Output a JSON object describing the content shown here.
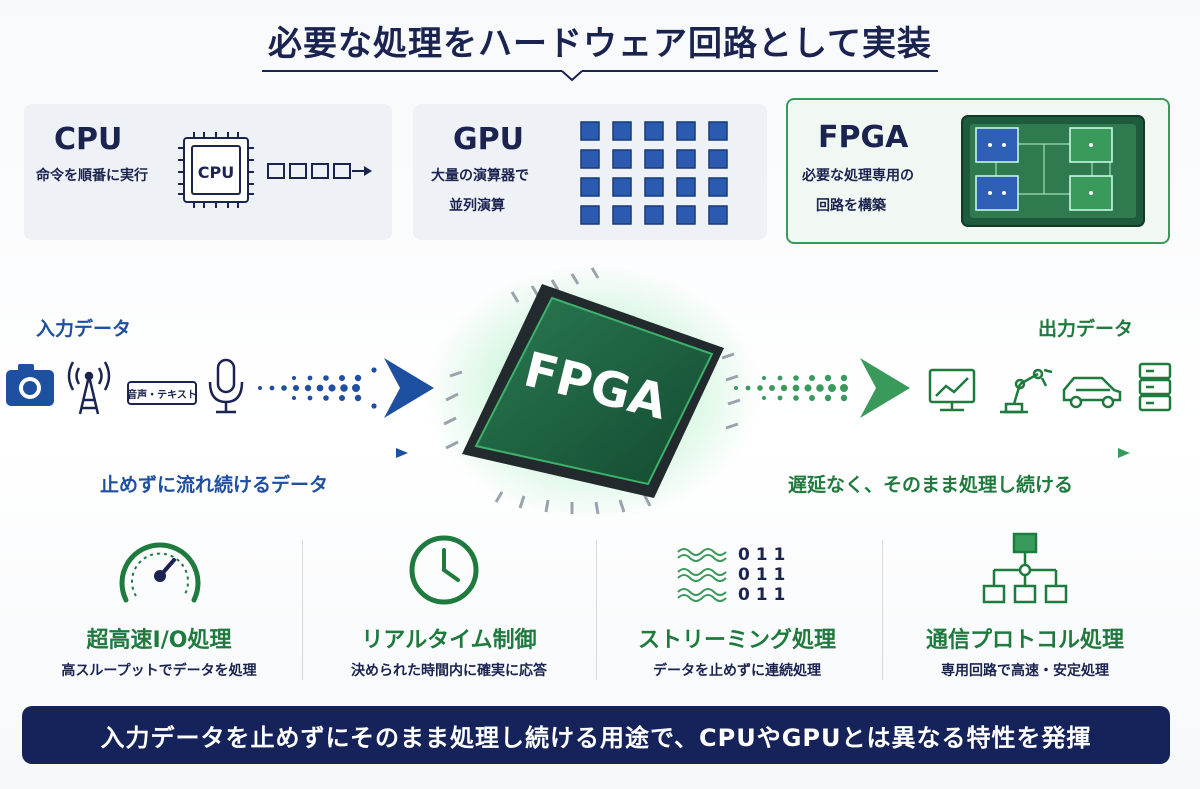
{
  "title": "必要な処理をハードウェア回路として実装",
  "cards": {
    "cpu": {
      "title": "CPU",
      "desc": "命令を順番に実行",
      "chip_label": "CPU"
    },
    "gpu": {
      "title": "GPU",
      "desc_line1": "大量の演算器で",
      "desc_line2": "並列演算"
    },
    "fpga": {
      "title": "FPGA",
      "desc_line1": "必要な処理専用の",
      "desc_line2": "回路を構築"
    }
  },
  "input": {
    "label": "入力データ",
    "flow_label": "止めずに流れ続けるデータ",
    "audio_text_label": "音声・テキスト",
    "icons": [
      "camera-icon",
      "antenna-icon",
      "audio-text-icon",
      "microphone-icon"
    ]
  },
  "chip": {
    "label": "FPGA"
  },
  "output": {
    "label": "出力データ",
    "flow_label": "遅延なく、そのまま処理し続ける",
    "icons": [
      "monitor-chart-icon",
      "robot-arm-icon",
      "car-icon",
      "server-icon"
    ]
  },
  "features": [
    {
      "title": "超高速I/O処理",
      "desc": "高スループットでデータを処理",
      "icon": "speedometer-icon"
    },
    {
      "title": "リアルタイム制御",
      "desc": "決められた時間内に確実に応答",
      "icon": "clock-icon"
    },
    {
      "title": "ストリーミング処理",
      "desc": "データを止めずに連続処理",
      "icon": "stream-bits-icon",
      "bits": [
        "0 1 1",
        "0 1 1",
        "0 1 1"
      ]
    },
    {
      "title": "通信プロトコル処理",
      "desc": "専用回路で高速・安定処理",
      "icon": "network-tree-icon"
    }
  ],
  "banner": "入力データを止めずにそのまま処理し続ける用途で、CPUやGPUとは異なる特性を発揮",
  "colors": {
    "navy": "#1b2450",
    "blue": "#1e4fa0",
    "green": "#1f7a3e",
    "chip": "#1e5a3c"
  }
}
